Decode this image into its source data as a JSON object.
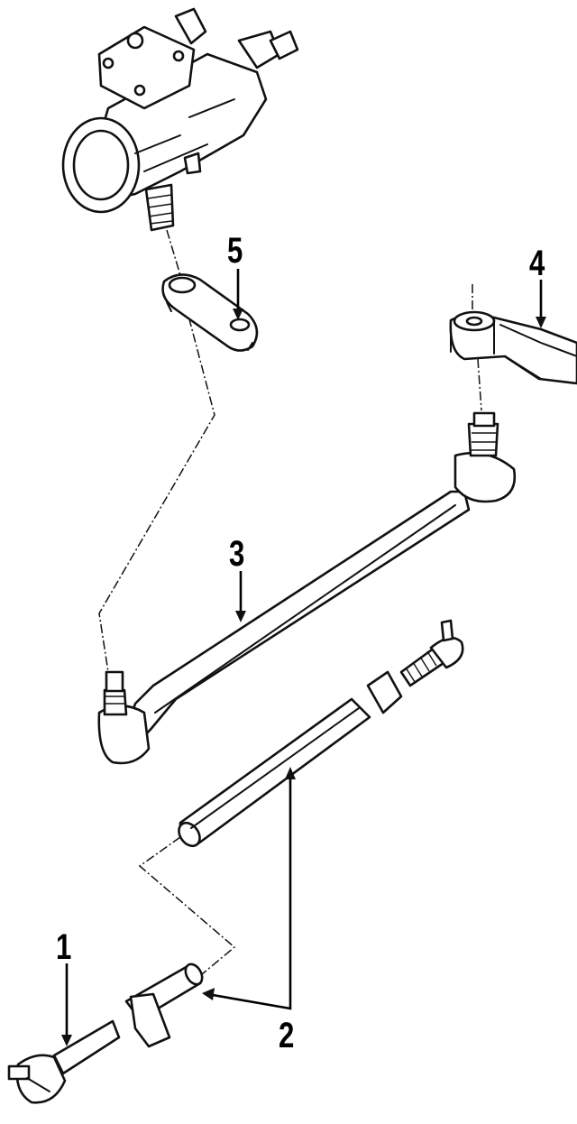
{
  "callouts": [
    {
      "id": "1",
      "label": "1"
    },
    {
      "id": "2",
      "label": "2"
    },
    {
      "id": "3",
      "label": "3"
    },
    {
      "id": "4",
      "label": "4"
    },
    {
      "id": "5",
      "label": "5"
    }
  ],
  "parts": [
    {
      "callout": "1",
      "part": "tie-rod-end"
    },
    {
      "callout": "2",
      "part": "adjuster-sleeve-and-inner-tie-rod"
    },
    {
      "callout": "3",
      "part": "center-link"
    },
    {
      "callout": "4",
      "part": "idler-arm"
    },
    {
      "callout": "5",
      "part": "pitman-arm"
    },
    {
      "callout": "",
      "part": "steering-gear-box"
    }
  ],
  "colors": {
    "ink": "#111111",
    "background": "#ffffff"
  }
}
